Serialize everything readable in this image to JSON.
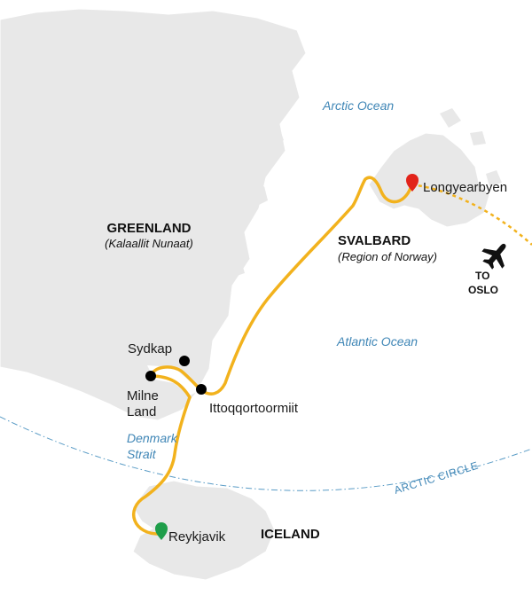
{
  "map": {
    "colors": {
      "land": "#e8e8e8",
      "land_border": "#ffffff",
      "sea": "#ffffff",
      "route": "#f2b21d",
      "water_label": "#3f86b6",
      "arctic_circle": "#5a9cc6",
      "start_marker": "#1f9e4a",
      "end_marker": "#e2231a",
      "stop_marker": "#000000"
    },
    "regions": {
      "greenland": {
        "name": "GREENLAND",
        "local_name": "(Kalaallit Nunaat)"
      },
      "svalbard": {
        "name": "SVALBARD",
        "sub_name": "(Region of Norway)"
      },
      "iceland": {
        "name": "ICELAND"
      }
    },
    "water_bodies": {
      "arctic_ocean": "Arctic Ocean",
      "atlantic_ocean": "Atlantic Ocean",
      "denmark_strait_line1": "Denmark",
      "denmark_strait_line2": "Strait"
    },
    "places": {
      "longyearbyen": "Longyearbyen",
      "reykjavik": "Reykjavik",
      "sydkap": "Sydkap",
      "milne_land_line1": "Milne",
      "milne_land_line2": "Land",
      "ittoqqortoormiit": "Ittoqqortoormiit"
    },
    "arctic_circle_label": "ARCTIC CIRCLE",
    "flight": {
      "icon": "airplane-icon",
      "line1": "TO",
      "line2": "OSLO"
    }
  }
}
